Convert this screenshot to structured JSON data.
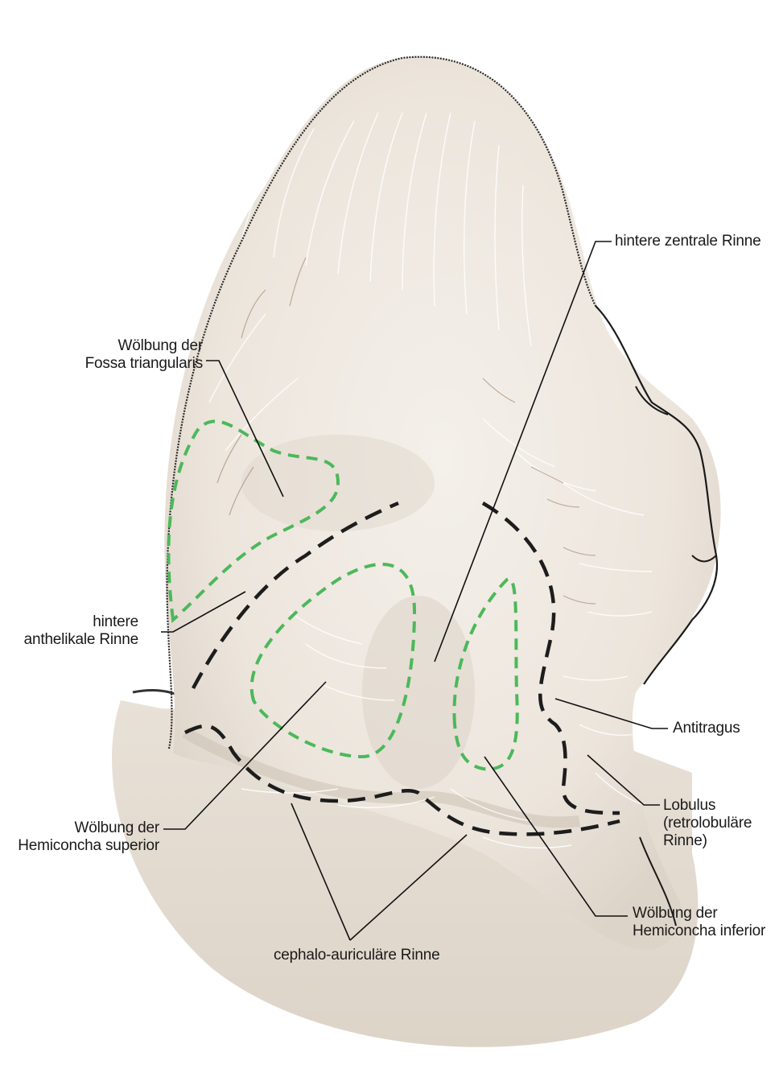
{
  "colors": {
    "ear_skin": "#eee8e1",
    "ear_shadow": "#dcd3ca",
    "head_skin": "#e7e0d6",
    "outline": "#222222",
    "dashed_black": "#1d1d1d",
    "dashed_green": "#4cb85a",
    "leader_line": "#111111"
  },
  "labels": {
    "hintere_zentrale_rinne": "hintere zentrale Rinne",
    "woelbung_fossa": [
      "Wölbung der",
      "Fossa triangularis"
    ],
    "hintere_anthelikale": [
      "hintere",
      "anthelikale Rinne"
    ],
    "antitragus": "Antitragus",
    "lobulus": [
      "Lobulus",
      "(retrolobuläre",
      "Rinne)"
    ],
    "woelbung_hemiconcha_superior": [
      "Wölbung der",
      "Hemiconcha superior"
    ],
    "woelbung_hemiconcha_inferior": [
      "Wölbung der",
      "Hemiconcha inferior"
    ],
    "cephalo_auriculaere": "cephalo-auriculäre Rinne"
  }
}
